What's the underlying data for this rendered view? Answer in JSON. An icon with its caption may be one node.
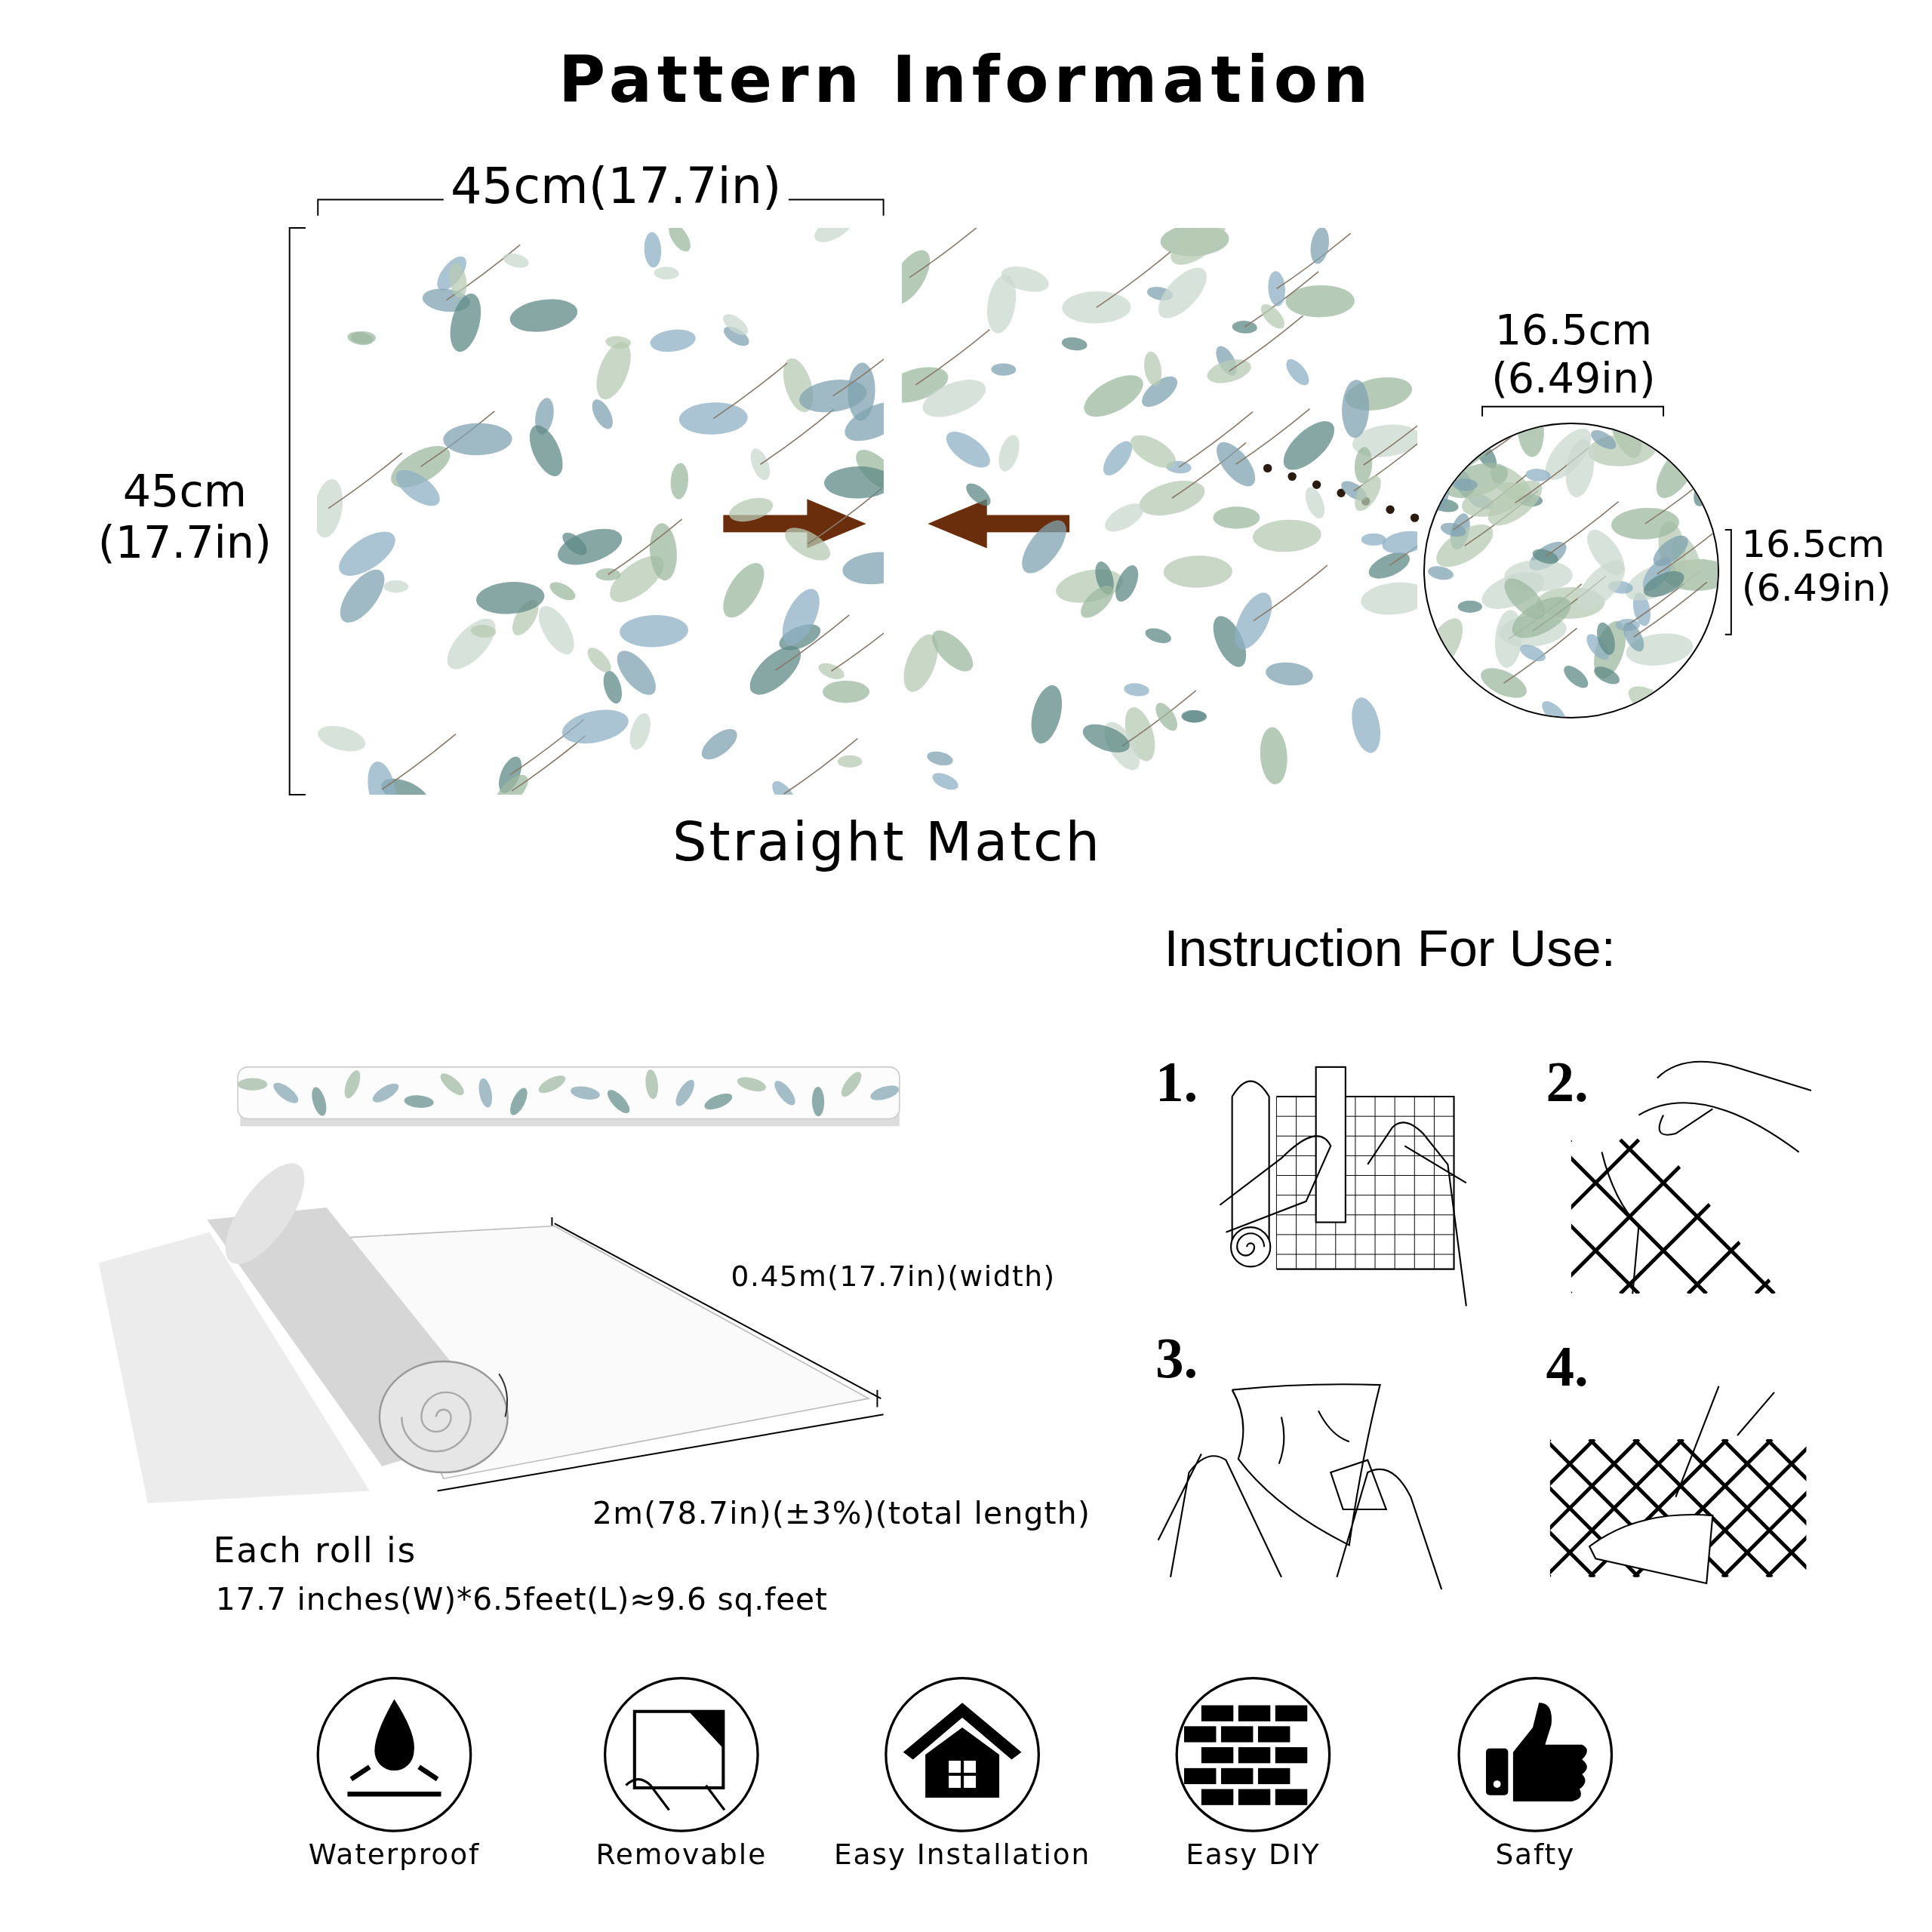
{
  "diagram": {
    "title": "Pattern Information",
    "nodes": [
      {
        "text": [],
        "shape": "picture"
      },
      {
        "text": [],
        "shape": "picture"
      },
      {
        "text": [],
        "shape": "circle"
      }
    ],
    "edges": [
      {
        "from": 1,
        "to": 2,
        "arrow": "none",
        "style": "dashed"
      }
    ],
    "labels": [
      "45cm(17.7in)",
      "45cm (17.7in)",
      "16.5cm (6.49in)",
      "16.5cm (6.49in)",
      "Straight Match",
      "Instruction For Use:",
      "1.",
      "2.",
      "3.",
      "4.",
      "0.45m(17.7in)(width)",
      "2m(78.7in)(±3%)(total length)",
      "Each roll is",
      "17.7 inches(W)*6.5feet(L)≈9.6 sq.feet",
      "Waterproof",
      "Removable",
      "Easy Installation",
      "Easy DIY",
      "Safty"
    ]
  }
}
